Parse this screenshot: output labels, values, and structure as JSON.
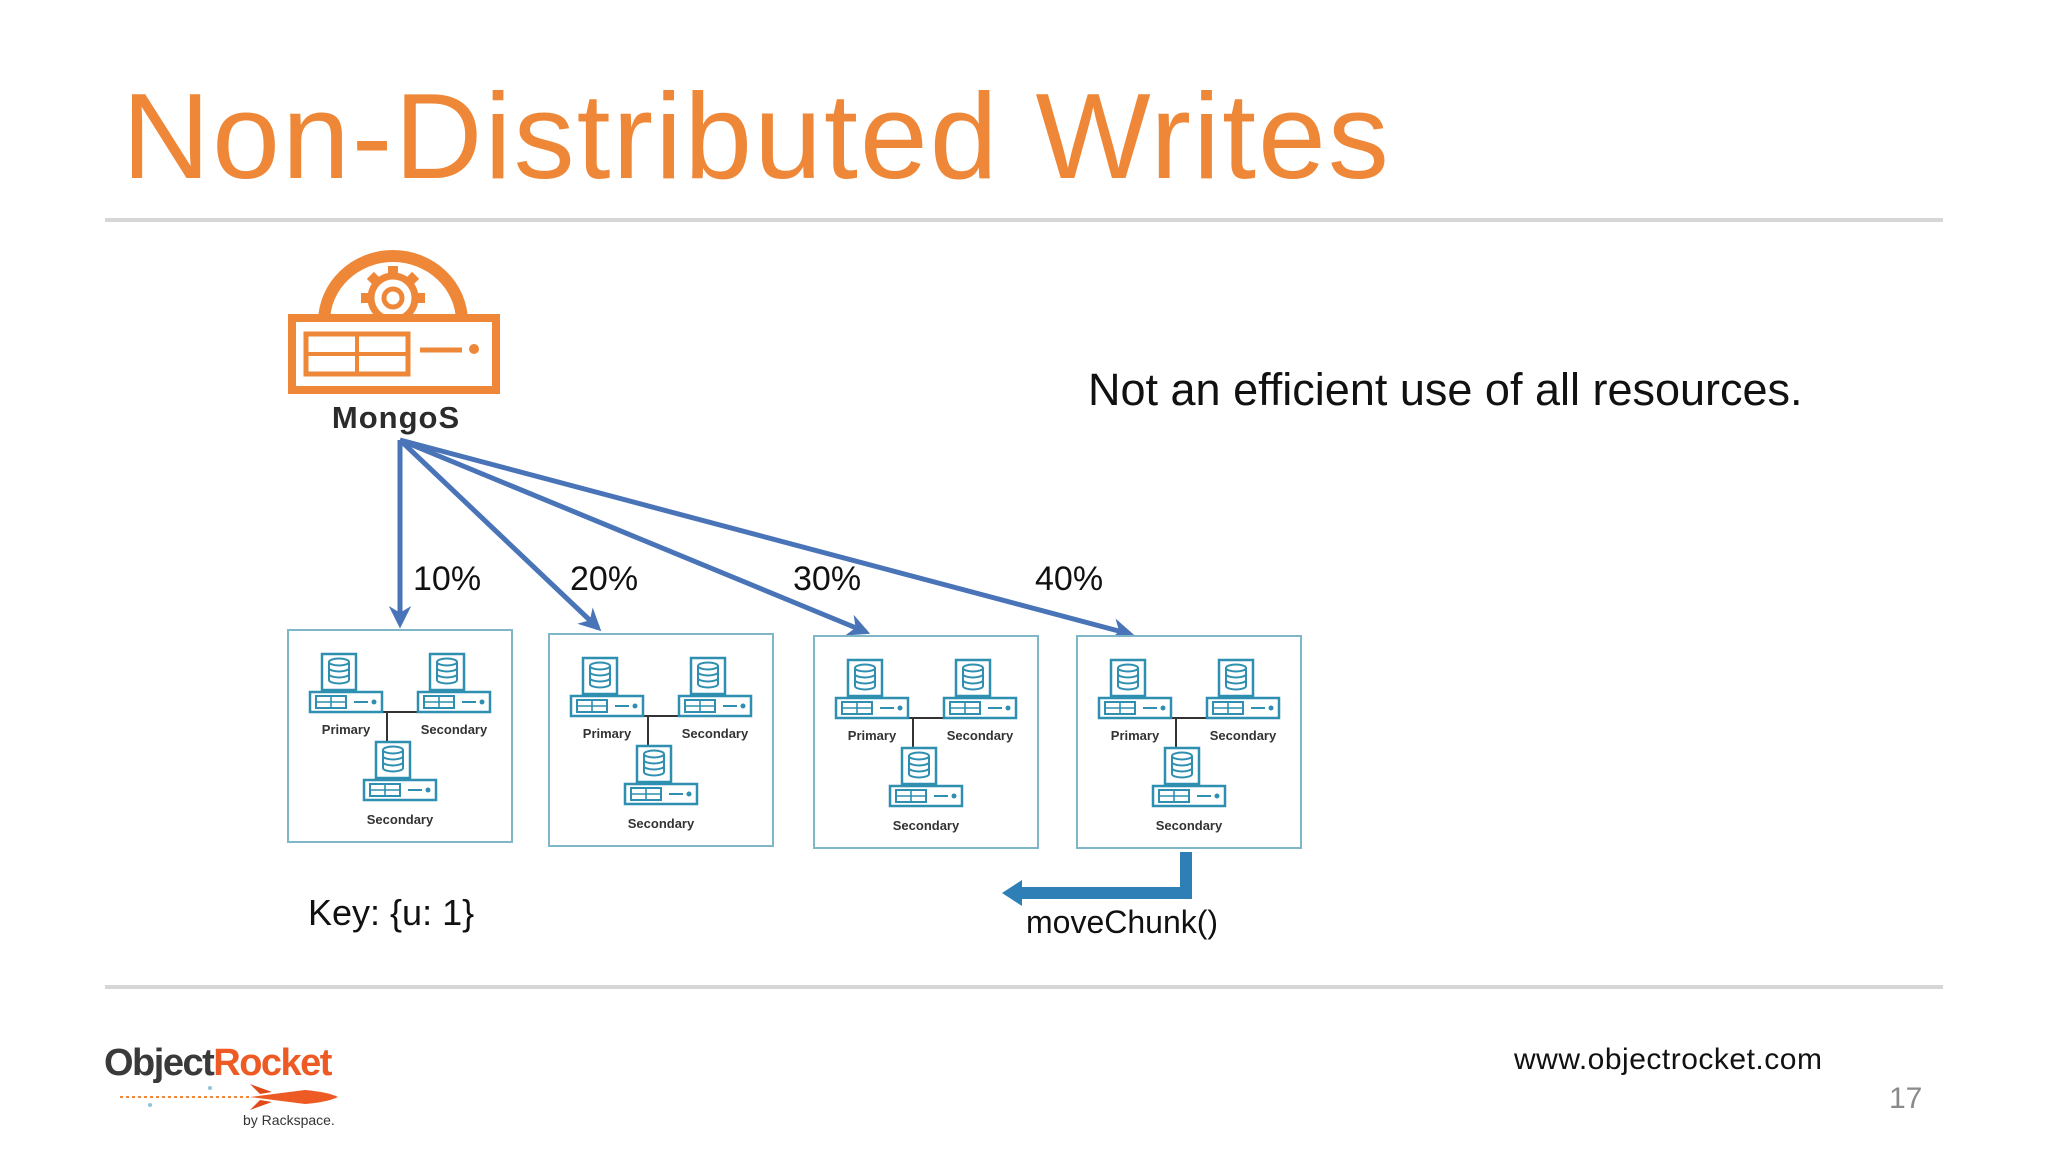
{
  "slide": {
    "title": "Non-Distributed Writes",
    "note": "Not an efficient use of all resources.",
    "key_label": "Key: {u: 1}",
    "move_label": "moveChunk()",
    "url": "www.objectrocket.com",
    "page_number": "17"
  },
  "diagram": {
    "router_label": "MongoS",
    "percentages": [
      "10%",
      "20%",
      "30%",
      "40%"
    ],
    "shards": [
      {
        "primary": "Primary",
        "secondary_1": "Secondary",
        "secondary_2": "Secondary"
      },
      {
        "primary": "Primary",
        "secondary_1": "Secondary",
        "secondary_2": "Secondary"
      },
      {
        "primary": "Primary",
        "secondary_1": "Secondary",
        "secondary_2": "Secondary"
      },
      {
        "primary": "Primary",
        "secondary_1": "Secondary",
        "secondary_2": "Secondary"
      }
    ]
  },
  "logo": {
    "brand_part1": "Object",
    "brand_part2": "Rocket",
    "tagline": "by Rackspace."
  },
  "colors": {
    "title": "#ee8838",
    "arrow": "#4a74b8",
    "shard_border": "#7fb6c8",
    "server_stroke": "#2e8fb0",
    "move_arrow": "#2f7fb7",
    "router": "#ee8838"
  }
}
